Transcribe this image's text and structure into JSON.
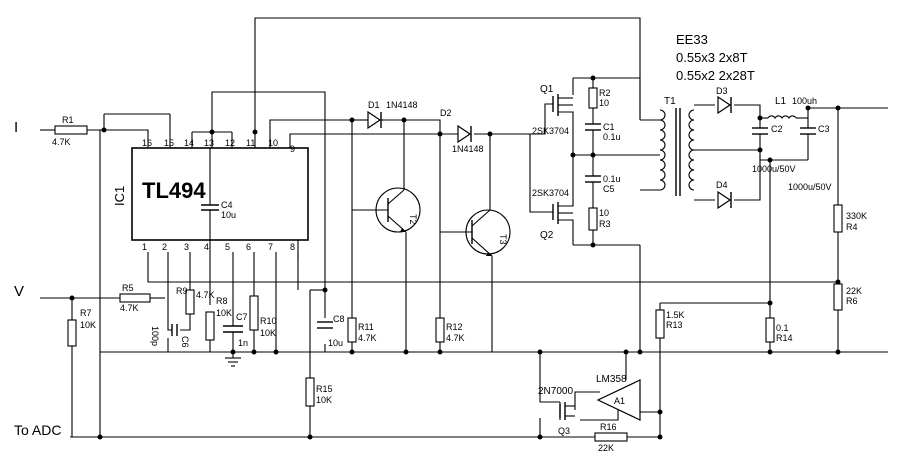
{
  "inputs": {
    "current": "I",
    "voltage": "V",
    "adc": "To ADC"
  },
  "ic1": {
    "ref": "IC1",
    "name": "TL494",
    "pins": [
      "1",
      "2",
      "3",
      "4",
      "5",
      "6",
      "7",
      "8",
      "9",
      "10",
      "11",
      "12",
      "13",
      "14",
      "15",
      "16"
    ]
  },
  "transformer": {
    "ref": "T1",
    "core": "EE33",
    "winding1": "0.55x3  2x8T",
    "winding2": "0.55x2  2x28T"
  },
  "resistors": {
    "r1": {
      "ref": "R1",
      "value": "4.7K"
    },
    "r2": {
      "ref": "R2",
      "value": "10"
    },
    "r3": {
      "ref": "R3",
      "value": "10"
    },
    "r4": {
      "ref": "R4",
      "value": "330K"
    },
    "r5": {
      "ref": "R5",
      "value": "4.7K"
    },
    "r6": {
      "ref": "R6",
      "value": "22K"
    },
    "r7": {
      "ref": "R7",
      "value": "10K"
    },
    "r8": {
      "ref": "R8",
      "value": "10K"
    },
    "r9": {
      "ref": "R9",
      "value": "4.7K"
    },
    "r10": {
      "ref": "R10",
      "value": "10K"
    },
    "r11": {
      "ref": "R11",
      "value": "4.7K"
    },
    "r12": {
      "ref": "R12",
      "value": "4.7K"
    },
    "r13": {
      "ref": "R13",
      "value": "1.5K"
    },
    "r14": {
      "ref": "R14",
      "value": "0.1"
    },
    "r15": {
      "ref": "R15",
      "value": "10K"
    },
    "r16": {
      "ref": "R16",
      "value": "22K"
    }
  },
  "capacitors": {
    "c1": {
      "ref": "C1",
      "value": "0.1u"
    },
    "c2": {
      "ref": "C2",
      "value": "1000u/50V"
    },
    "c3": {
      "ref": "C3",
      "value": "1000u/50V"
    },
    "c4": {
      "ref": "C4",
      "value": "10u"
    },
    "c5": {
      "ref": "C5",
      "value": "0.1u"
    },
    "c6": {
      "ref": "C6",
      "value": "100p"
    },
    "c7": {
      "ref": "C7",
      "value": "1n"
    },
    "c8": {
      "ref": "C8",
      "value": "10u"
    }
  },
  "diodes": {
    "d1": {
      "ref": "D1",
      "part": "1N4148"
    },
    "d2": {
      "ref": "D2",
      "part": "1N4148"
    },
    "d3": {
      "ref": "D3"
    },
    "d4": {
      "ref": "D4"
    }
  },
  "inductor": {
    "ref": "L1",
    "value": "100uh"
  },
  "transistors": {
    "q1": {
      "ref": "Q1",
      "part": "2SK3704"
    },
    "q2": {
      "ref": "Q2",
      "part": "2SK3704"
    },
    "q3": {
      "ref": "Q3",
      "part": "2N7000"
    },
    "t2": {
      "ref": "T2"
    },
    "t3": {
      "ref": "T3"
    }
  },
  "opamp": {
    "ref": "A1",
    "part": "LM358"
  }
}
